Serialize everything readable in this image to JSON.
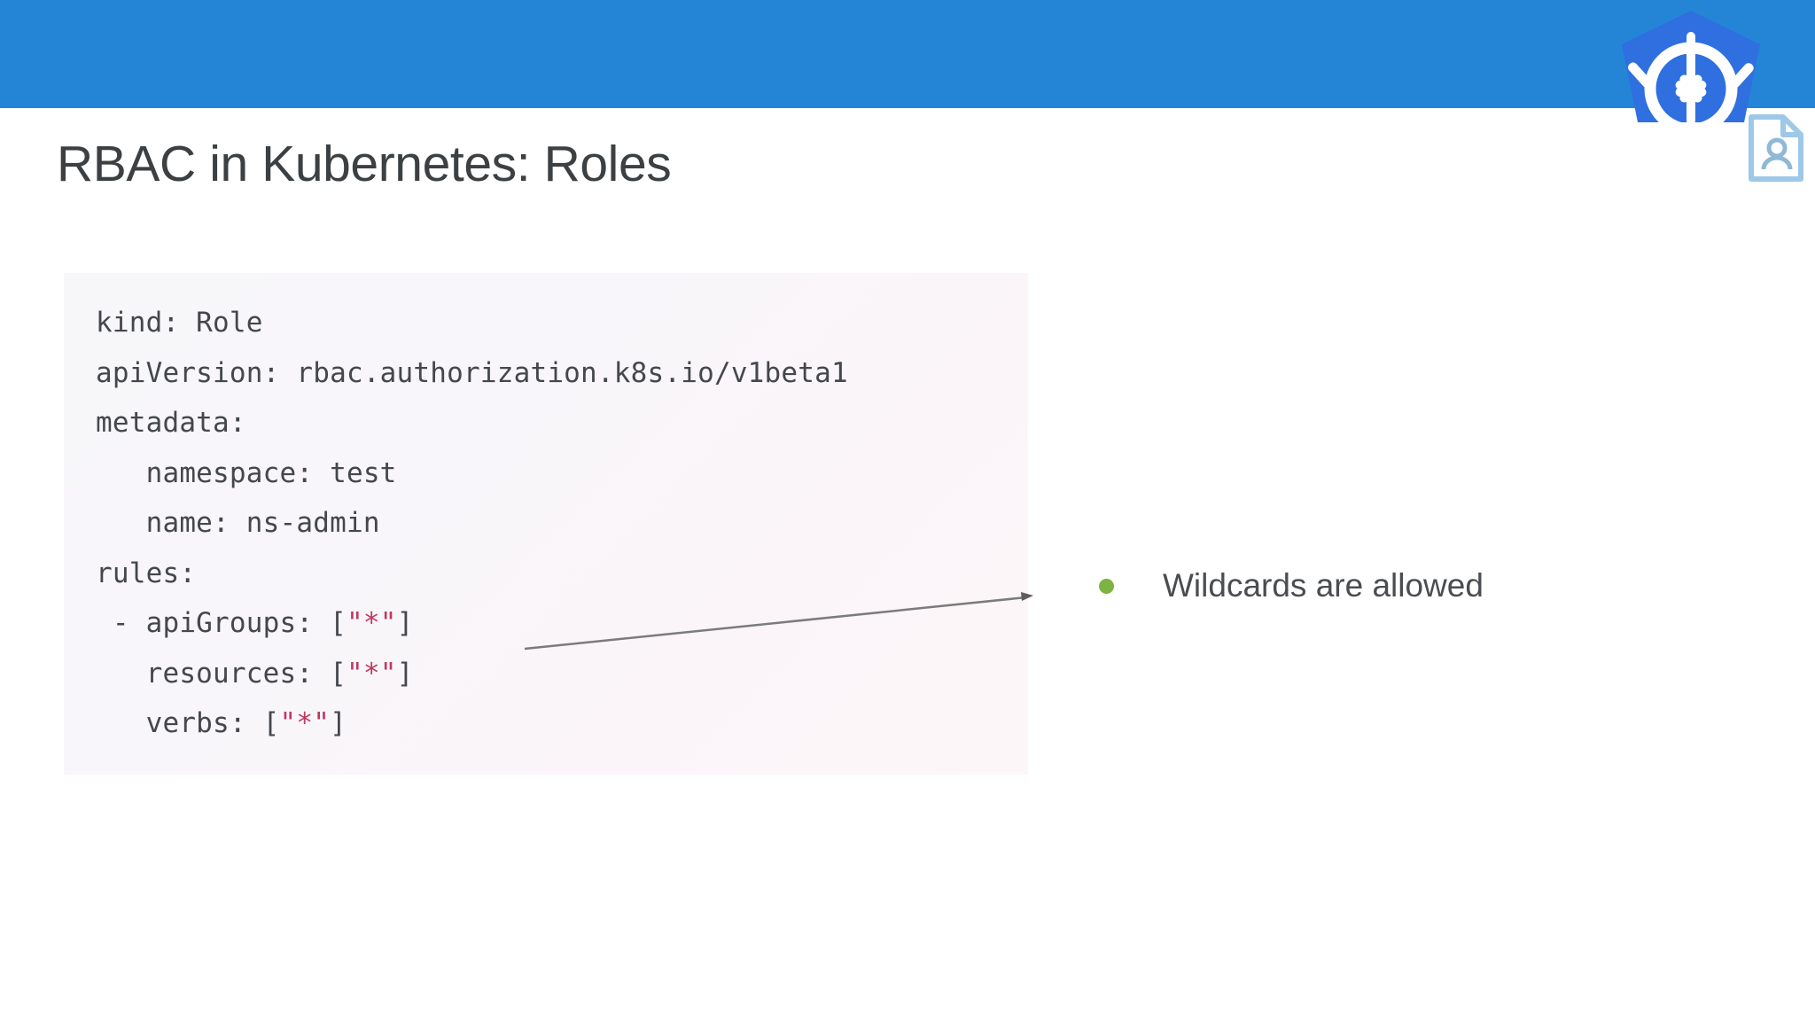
{
  "slide": {
    "title": "RBAC in Kubernetes: Roles",
    "banner_color": "#2485d6",
    "title_color": "#3c4043"
  },
  "logo": {
    "name": "kubernetes-logo",
    "pentagon_color": "#2f6fe0",
    "wheel_color": "#ffffff"
  },
  "doc_icon": {
    "name": "document-person-icon",
    "color": "#9dc8e8"
  },
  "code_block": {
    "background": "#f8f6fa",
    "text_color": "#44474b",
    "string_color": "#c0385f",
    "lines": [
      {
        "segments": [
          {
            "text": "kind: Role",
            "type": "plain"
          }
        ]
      },
      {
        "segments": [
          {
            "text": "apiVersion: rbac.authorization.k8s.io/v1beta1",
            "type": "plain"
          }
        ]
      },
      {
        "segments": [
          {
            "text": "metadata:",
            "type": "plain"
          }
        ]
      },
      {
        "segments": [
          {
            "text": "   namespace: test",
            "type": "plain"
          }
        ]
      },
      {
        "segments": [
          {
            "text": "   name: ns-admin",
            "type": "plain"
          }
        ]
      },
      {
        "segments": [
          {
            "text": "rules:",
            "type": "plain"
          }
        ]
      },
      {
        "segments": [
          {
            "text": " - apiGroups: [",
            "type": "plain"
          },
          {
            "text": "\"*\"",
            "type": "string"
          },
          {
            "text": "]",
            "type": "plain"
          }
        ]
      },
      {
        "segments": [
          {
            "text": "   resources: [",
            "type": "plain"
          },
          {
            "text": "\"*\"",
            "type": "string"
          },
          {
            "text": "]",
            "type": "plain"
          }
        ]
      },
      {
        "segments": [
          {
            "text": "   verbs: [",
            "type": "plain"
          },
          {
            "text": "\"*\"",
            "type": "string"
          },
          {
            "text": "]",
            "type": "plain"
          }
        ]
      }
    ]
  },
  "annotation": {
    "arrow_color": "#7b7b7b",
    "bullet_color": "#7cb342",
    "text": "Wildcards are allowed"
  }
}
